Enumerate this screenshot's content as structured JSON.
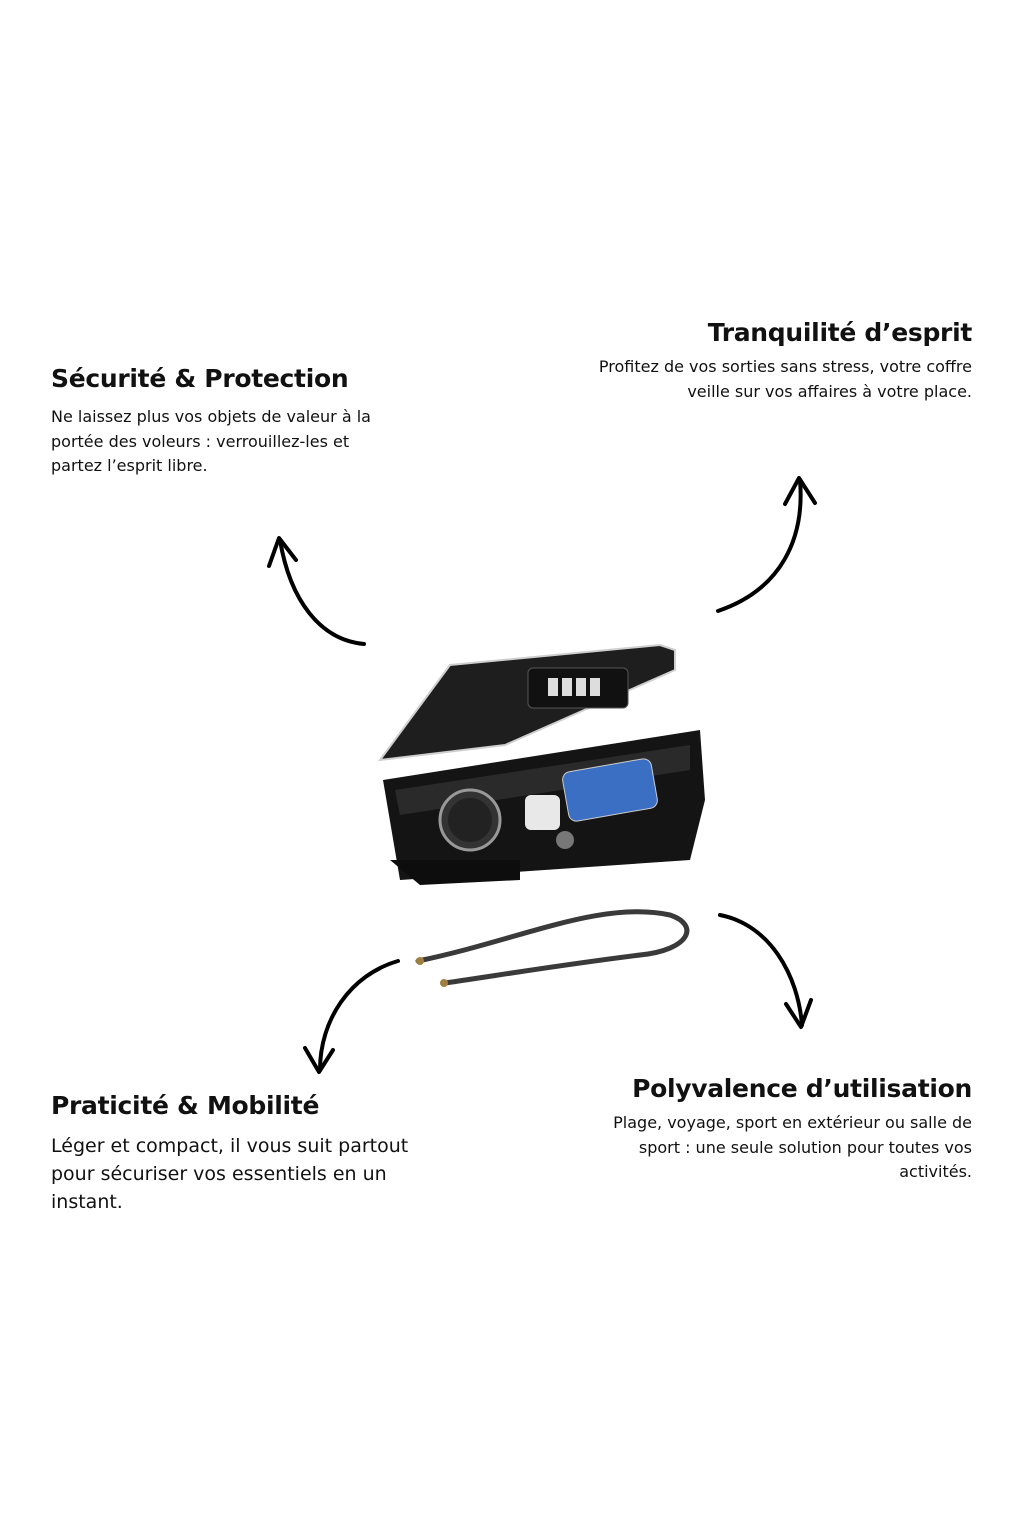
{
  "features": [
    {
      "title": "Sécurité & Protection",
      "text": "Ne laissez plus vos objets de valeur à la portée des voleurs : verrouillez-les et partez l’esprit libre."
    },
    {
      "title": "Tranquilité d’esprit",
      "text": "Profitez de vos sorties sans stress, votre coffre veille sur vos affaires à votre place."
    },
    {
      "title": "Praticité & Mobilité",
      "text": "Léger et compact, il vous suit partout pour sécuriser vos essentiels en un instant."
    },
    {
      "title": "Polyvalence d’utilisation",
      "text": "Plage, voyage, sport en extérieur ou salle de sport : une seule solution pour toutes vos activités."
    }
  ],
  "colors": {
    "text": "#111111",
    "product": "#1c1c1c"
  }
}
